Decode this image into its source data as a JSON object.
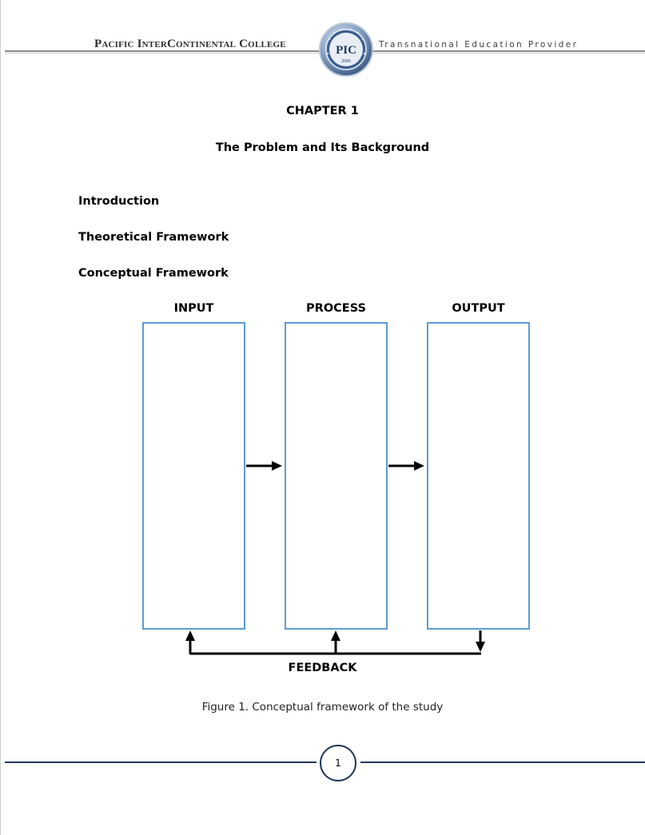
{
  "header": {
    "college_name": "Pacific InterContinental College",
    "tagline": "Transnational Education Provider",
    "seal_text": "PIC",
    "seal_year": "2006"
  },
  "chapter": {
    "title": "CHAPTER 1",
    "subtitle": "The Problem and Its Background"
  },
  "sections": [
    "Introduction",
    "Theoretical Framework",
    "Conceptual Framework"
  ],
  "diagram": {
    "columns": [
      "INPUT",
      "PROCESS",
      "OUTPUT"
    ],
    "feedback_label": "FEEDBACK",
    "box_color": "#5b9bd5"
  },
  "figure_caption": "Figure 1.  Conceptual framework of the study",
  "footer": {
    "page_number": "1",
    "line_color": "#1f3a5c"
  }
}
